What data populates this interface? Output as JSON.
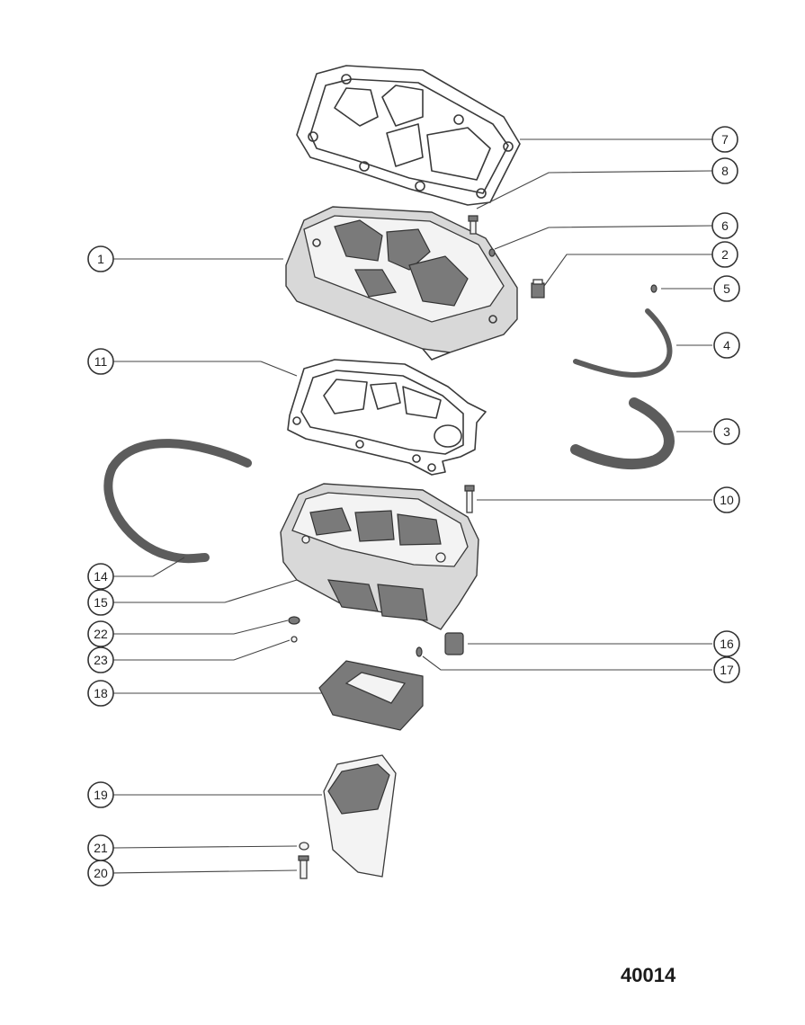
{
  "figure": {
    "number": "40014"
  },
  "callouts": [
    "1",
    "2",
    "3",
    "4",
    "5",
    "6",
    "7",
    "8",
    "10",
    "11",
    "14",
    "15",
    "16",
    "17",
    "18",
    "19",
    "20",
    "21",
    "22",
    "23"
  ]
}
